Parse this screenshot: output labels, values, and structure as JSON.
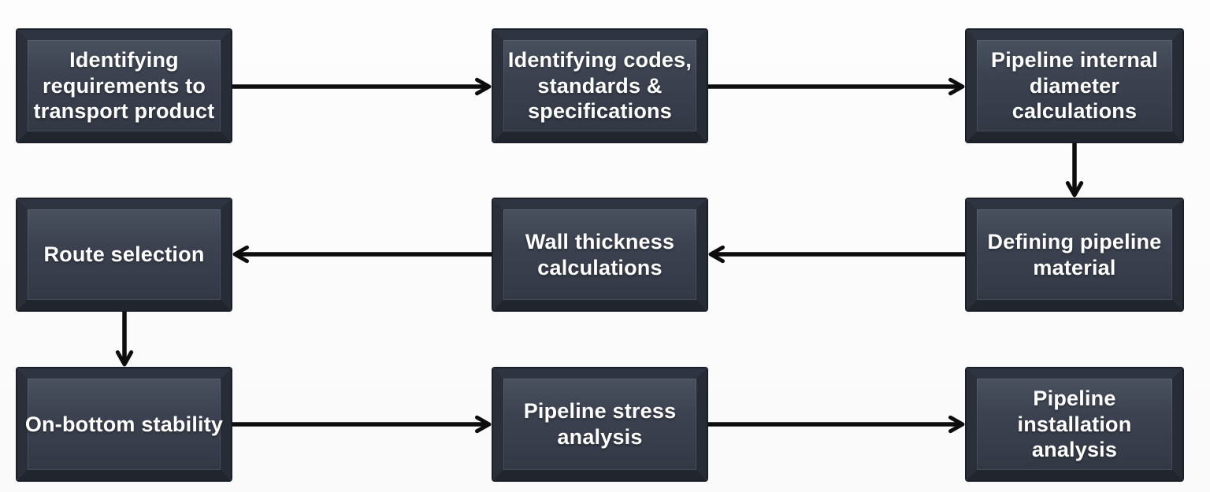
{
  "diagram": {
    "type": "flowchart",
    "background_color": "#fbfbfb",
    "node_fill_color": "#3b4250",
    "node_frame_color": "#272c37",
    "node_text_color": "#ffffff",
    "arrow_color": "#0d0d0d",
    "nodes": [
      {
        "id": "identifying-requirements",
        "label": "Identifying requirements to transport product",
        "row": 1,
        "col": 1
      },
      {
        "id": "identifying-codes",
        "label": "Identifying codes, standards & specifications",
        "row": 1,
        "col": 2
      },
      {
        "id": "internal-diameter",
        "label": "Pipeline internal diameter calculations",
        "row": 1,
        "col": 3
      },
      {
        "id": "defining-material",
        "label": "Defining pipeline material",
        "row": 2,
        "col": 3
      },
      {
        "id": "wall-thickness",
        "label": "Wall thickness calculations",
        "row": 2,
        "col": 2
      },
      {
        "id": "route-selection",
        "label": "Route selection",
        "row": 2,
        "col": 1
      },
      {
        "id": "on-bottom-stability",
        "label": "On-bottom stability",
        "row": 3,
        "col": 1
      },
      {
        "id": "stress-analysis",
        "label": "Pipeline stress analysis",
        "row": 3,
        "col": 2
      },
      {
        "id": "installation-analysis",
        "label": "Pipeline installation analysis",
        "row": 3,
        "col": 3
      }
    ],
    "edges": [
      {
        "from": "identifying-requirements",
        "to": "identifying-codes",
        "direction": "right"
      },
      {
        "from": "identifying-codes",
        "to": "internal-diameter",
        "direction": "right"
      },
      {
        "from": "internal-diameter",
        "to": "defining-material",
        "direction": "down"
      },
      {
        "from": "defining-material",
        "to": "wall-thickness",
        "direction": "left"
      },
      {
        "from": "wall-thickness",
        "to": "route-selection",
        "direction": "left"
      },
      {
        "from": "route-selection",
        "to": "on-bottom-stability",
        "direction": "down"
      },
      {
        "from": "on-bottom-stability",
        "to": "stress-analysis",
        "direction": "right"
      },
      {
        "from": "stress-analysis",
        "to": "installation-analysis",
        "direction": "right"
      }
    ]
  }
}
